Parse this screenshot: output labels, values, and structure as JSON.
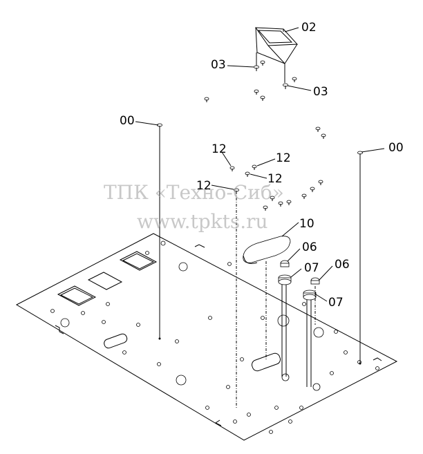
{
  "watermark": {
    "line1": "ТПК «Техно-Сиб»",
    "line2": "www.tpkts.ru"
  },
  "callouts": {
    "c00_left": "00",
    "c00_right": "00",
    "c02": "02",
    "c03_left": "03",
    "c03_right": "03",
    "c06_top": "06",
    "c06_right": "06",
    "c07_top": "07",
    "c07_bottom": "07",
    "c10": "10",
    "c12_a": "12",
    "c12_b": "12",
    "c12_c": "12",
    "c12_d": "12"
  }
}
